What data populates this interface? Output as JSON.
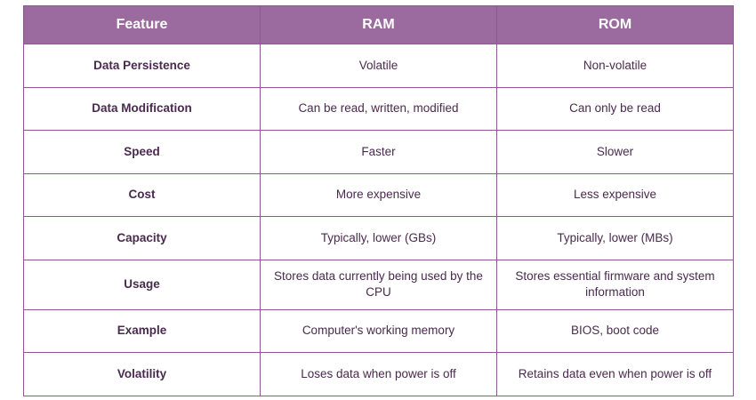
{
  "table": {
    "headers": [
      "Feature",
      "RAM",
      "ROM"
    ],
    "rows": [
      {
        "feature": "Data Persistence",
        "ram": "Volatile",
        "rom": "Non-volatile"
      },
      {
        "feature": "Data Modification",
        "ram": "Can be read, written, modified",
        "rom": "Can only be read"
      },
      {
        "feature": "Speed",
        "ram": "Faster",
        "rom": "Slower"
      },
      {
        "feature": "Cost",
        "ram": "More expensive",
        "rom": "Less expensive"
      },
      {
        "feature": "Capacity",
        "ram": "Typically, lower (GBs)",
        "rom": "Typically, lower (MBs)"
      },
      {
        "feature": "Usage",
        "ram": "Stores data currently being used by the CPU",
        "rom": "Stores essential firmware and system information"
      },
      {
        "feature": "Example",
        "ram": "Computer's working memory",
        "rom": "BIOS, boot code"
      },
      {
        "feature": "Volatility",
        "ram": "Loses data when power is off",
        "rom": "Retains data even when power is off"
      }
    ]
  },
  "colors": {
    "header_bg": "#9b6a9e",
    "border": "#8b5a8e",
    "text": "#4a2a4e"
  }
}
